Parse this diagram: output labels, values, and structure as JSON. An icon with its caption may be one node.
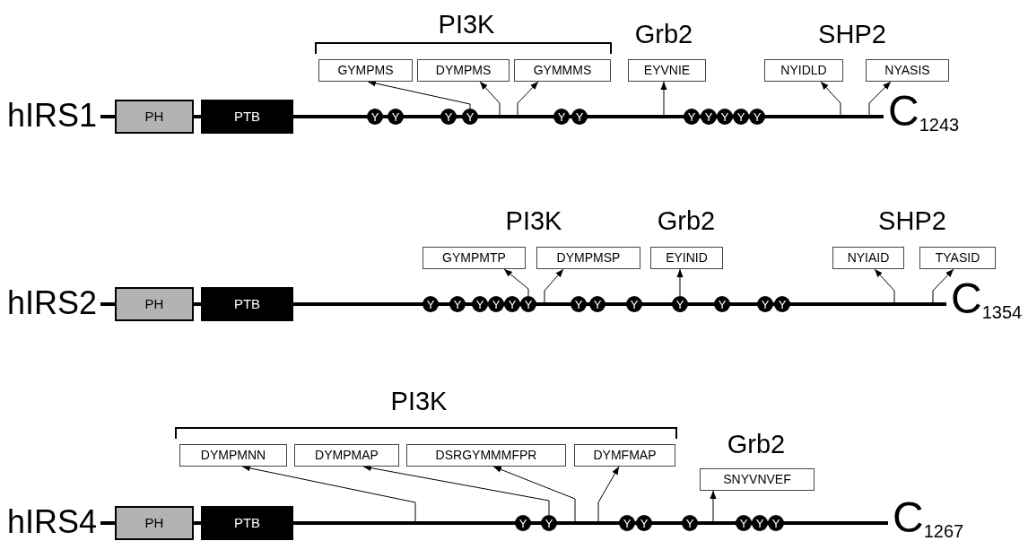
{
  "diagram": {
    "nodes": [
      {
        "text": [
          "PH"
        ],
        "beside": [
          "hIRS1"
        ]
      },
      {
        "text": [
          "PTB"
        ]
      },
      {
        "text": [
          "GYMPMS"
        ]
      },
      {
        "text": [
          "DYMPMS"
        ]
      },
      {
        "text": [
          "GYMMMS"
        ]
      },
      {
        "text": [
          "EYVNIE"
        ]
      },
      {
        "text": [
          "NYIDLD"
        ]
      },
      {
        "text": [
          "NYASIS"
        ]
      },
      {
        "text": [
          "Y"
        ]
      },
      {
        "text": [
          "Y"
        ]
      },
      {
        "text": [
          "Y"
        ]
      },
      {
        "text": [
          "Y"
        ]
      },
      {
        "text": [
          "Y"
        ]
      },
      {
        "text": [
          "Y"
        ]
      },
      {
        "text": [
          "Y"
        ]
      },
      {
        "text": [
          "Y"
        ]
      },
      {
        "text": [
          "Y"
        ]
      },
      {
        "text": [
          "Y"
        ]
      },
      {
        "text": [
          "Y"
        ]
      },
      {
        "text": [
          "PH"
        ],
        "beside": [
          "hIRS2"
        ]
      },
      {
        "text": [
          "PTB"
        ]
      },
      {
        "text": [
          "GYMPMTP"
        ]
      },
      {
        "text": [
          "DYMPMSP"
        ]
      },
      {
        "text": [
          "EYINID"
        ]
      },
      {
        "text": [
          "NYIAID"
        ]
      },
      {
        "text": [
          "TYASID"
        ]
      },
      {
        "text": [
          "Y"
        ]
      },
      {
        "text": [
          "Y"
        ]
      },
      {
        "text": [
          "Y"
        ]
      },
      {
        "text": [
          "Y"
        ]
      },
      {
        "text": [
          "Y"
        ]
      },
      {
        "text": [
          "Y"
        ]
      },
      {
        "text": [
          "Y"
        ]
      },
      {
        "text": [
          "Y"
        ]
      },
      {
        "text": [
          "Y"
        ]
      },
      {
        "text": [
          "Y"
        ]
      },
      {
        "text": [
          "Y"
        ]
      },
      {
        "text": [
          "Y"
        ]
      },
      {
        "text": [
          "Y"
        ]
      },
      {
        "text": [
          "PH"
        ],
        "beside": [
          "hIRS4"
        ]
      },
      {
        "text": [
          "PTB"
        ]
      },
      {
        "text": [
          "DYMPMNN"
        ]
      },
      {
        "text": [
          "DYMPMAP"
        ]
      },
      {
        "text": [
          "DSRGYMMMFPR"
        ]
      },
      {
        "text": [
          "DYMFMAP"
        ]
      },
      {
        "text": [
          "SNYVNVEF"
        ]
      },
      {
        "text": [
          "Y"
        ]
      },
      {
        "text": [
          "Y"
        ]
      },
      {
        "text": [
          "Y"
        ]
      },
      {
        "text": [
          "Y"
        ]
      },
      {
        "text": [
          "Y"
        ]
      },
      {
        "text": [
          "Y"
        ]
      },
      {
        "text": [
          "Y"
        ]
      },
      {
        "text": [
          "Y"
        ]
      },
      {
        "text": [],
        "shape": "bar",
        "beside": [
          "C$_{1243}$"
        ]
      },
      {
        "text": [],
        "shape": "bar",
        "beside": [
          "C$_{1354}$"
        ]
      },
      {
        "text": [],
        "shape": "bar",
        "beside": [
          "C$_{1267}$"
        ]
      }
    ],
    "edges": [
      {
        "from": 11,
        "to": 2,
        "arrow": "to"
      },
      {
        "from": 54,
        "to": 3,
        "arrow": "to"
      },
      {
        "from": 54,
        "to": 4,
        "arrow": "to"
      },
      {
        "from": 54,
        "to": 5,
        "arrow": "to"
      },
      {
        "from": 54,
        "to": 6,
        "arrow": "to"
      },
      {
        "from": 54,
        "to": 7,
        "arrow": "to"
      },
      {
        "from": 31,
        "to": 21,
        "arrow": "to"
      },
      {
        "from": 55,
        "to": 22,
        "arrow": "to"
      },
      {
        "from": 35,
        "to": 23,
        "arrow": "to"
      },
      {
        "from": 55,
        "to": 24,
        "arrow": "to"
      },
      {
        "from": 55,
        "to": 25,
        "arrow": "to"
      },
      {
        "from": 56,
        "to": 41,
        "arrow": "to"
      },
      {
        "from": 47,
        "to": 42,
        "arrow": "to"
      },
      {
        "from": 56,
        "to": 43,
        "arrow": "to"
      },
      {
        "from": 56,
        "to": 44,
        "arrow": "to"
      },
      {
        "from": 56,
        "to": 45,
        "arrow": "to"
      }
    ],
    "labels": [
      "PI3K",
      "Grb2",
      "SHP2",
      "PI3K",
      "Grb2",
      "SHP2",
      "PI3K",
      "Grb2"
    ]
  }
}
